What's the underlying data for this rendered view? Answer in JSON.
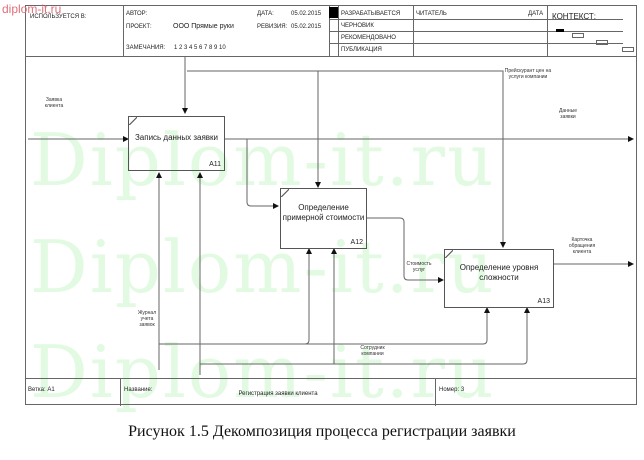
{
  "watermark": {
    "corner": "diplom-it.ru",
    "big": "Diplom-it.ru"
  },
  "header": {
    "used_in": "ИСПОЛЬЗУЕТСЯ В:",
    "author_label": "АВТОР:",
    "project_label": "ПРОЕКТ:",
    "project_value": "ООО Прямые руки",
    "notes_label": "ЗАМЕЧАНИЯ:",
    "notes_numbers": "1  2  3  4  5  6  7  8  9  10",
    "date_label": "ДАТА:",
    "date_value": "05.02.2015",
    "revision_label": "РЕВИЗИЯ:",
    "revision_value": "05.02.2015",
    "status": [
      "РАЗРАБАТЫВАЕТСЯ",
      "ЧЕРНОВИК",
      "РЕКОМЕНДОВАНО",
      "ПУБЛИКАЦИЯ"
    ],
    "reader_label": "ЧИТАТЕЛЬ",
    "reader_date_label": "ДАТА",
    "context_label": "КОНТЕКСТ:"
  },
  "diagram": {
    "boxes": [
      {
        "id": "A11",
        "label": "Запись данных заявки"
      },
      {
        "id": "A12",
        "label": "Определение примерной стоимости"
      },
      {
        "id": "A13",
        "label": "Определение уровня сложности"
      }
    ],
    "arrows": {
      "input_request": "Заявка клиента",
      "control_price": "Прейскурант цен на услуги компании",
      "output_data": "Данные заявки",
      "cost": "Стоимость услуг",
      "output_card": "Карточка обращения клиента",
      "mech_journal": "Журнал учета заявок",
      "mech_staff": "Сотрудник компании"
    }
  },
  "footer": {
    "node_label": "Ветка:",
    "node_value": "A1",
    "title_label": "Название:",
    "title_value": "Регистрация заявки клиента",
    "number_label": "Номер:",
    "number_value": "3"
  },
  "caption": "Рисунок 1.5 Декомпозиция процесса регистрации заявки"
}
